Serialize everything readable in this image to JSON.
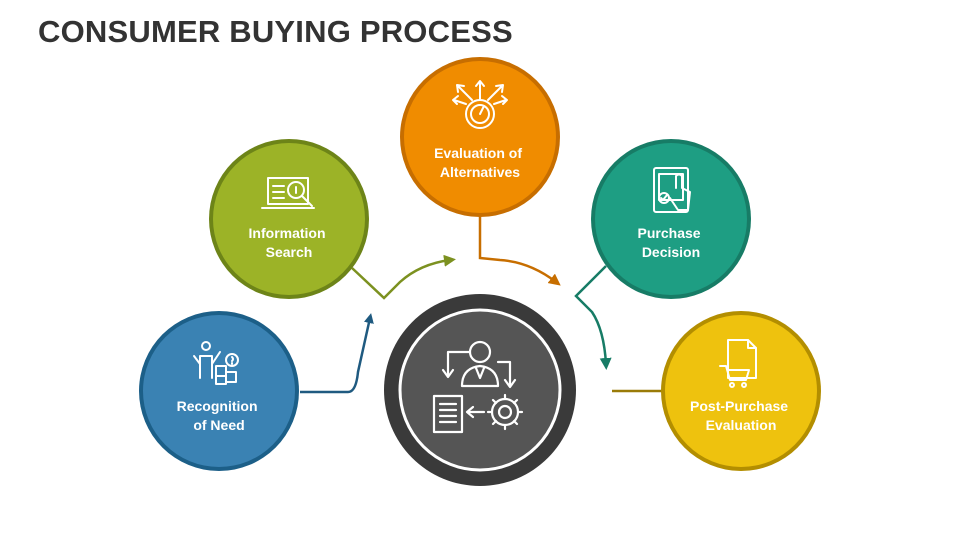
{
  "title": "CONSUMER BUYING PROCESS",
  "center": {
    "icon": "customer-process-gear-icon",
    "color": "#4a4a4a"
  },
  "steps": [
    {
      "lines": [
        "Recognition",
        "of Need"
      ],
      "icon": "puzzle-person-icon",
      "color": "#3a82b3"
    },
    {
      "lines": [
        "Information",
        "Search"
      ],
      "icon": "laptop-search-icon",
      "color": "#9cb327"
    },
    {
      "lines": [
        "Evaluation of",
        "Alternatives"
      ],
      "icon": "gauge-arrows-icon",
      "color": "#f08c00"
    },
    {
      "lines": [
        "Purchase",
        "Decision"
      ],
      "icon": "tablet-tap-icon",
      "color": "#1e9e83"
    },
    {
      "lines": [
        "Post-Purchase",
        "Evaluation"
      ],
      "icon": "document-cart-icon",
      "color": "#eec20e"
    }
  ]
}
